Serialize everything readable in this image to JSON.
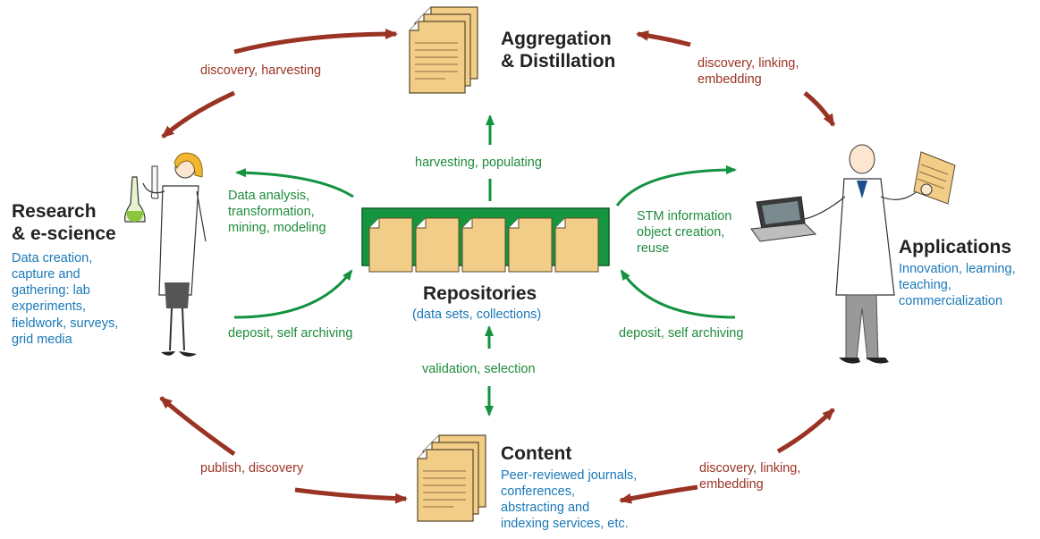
{
  "colors": {
    "arrow_outer": "#9a3324",
    "arrow_inner": "#13923f",
    "heading": "#222222",
    "description": "#1a78b8",
    "inner_label": "#1e8c3c",
    "document_fill": "#f2cd88",
    "repository_frame": "#15963e"
  },
  "nodes": {
    "aggregation": {
      "title": "Aggregation\n& Distillation"
    },
    "research": {
      "title": "Research\n& e-science",
      "description": "Data creation,\ncapture and\ngathering: lab\nexperiments,\nfieldwork, surveys,\ngrid media"
    },
    "applications": {
      "title": "Applications",
      "description": "Innovation, learning,\nteaching,\ncommercialization"
    },
    "repositories": {
      "title": "Repositories",
      "subtitle": "(data sets, collections)"
    },
    "content": {
      "title": "Content",
      "description": "Peer-reviewed journals,\nconferences,\nabstracting and\nindexing services, etc."
    }
  },
  "outer_labels": {
    "top_left": "discovery, harvesting",
    "top_right": "discovery, linking,\nembedding",
    "bottom_left": "publish, discovery",
    "bottom_right": "discovery, linking,\nembedding"
  },
  "inner_labels": {
    "analysis": "Data analysis,\ntransformation,\nmining, modeling",
    "deposit_left": "deposit, self archiving",
    "harvesting": "harvesting, populating",
    "stm": "STM information\nobject creation,\nreuse",
    "deposit_right": "deposit, self archiving",
    "validation": "validation, selection"
  },
  "icons": [
    "document-stack-icon",
    "repository-icon",
    "female-scientist-icon",
    "male-scientist-icon",
    "laptop-icon"
  ]
}
